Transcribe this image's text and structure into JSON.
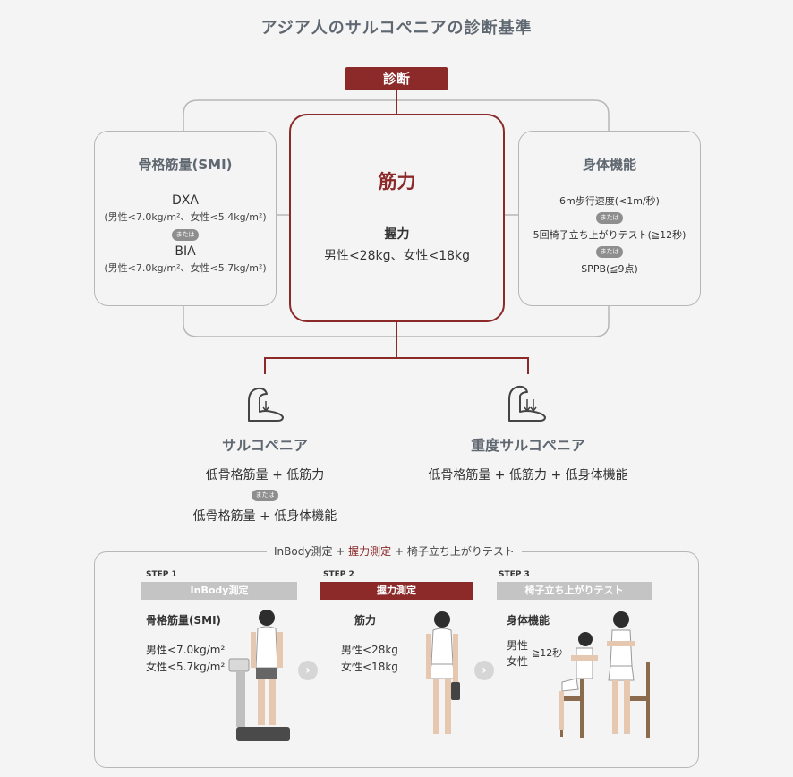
{
  "title": "アジア人のサルコペニアの診断基準",
  "diagnosis_label": "診断",
  "smi": {
    "heading": "骨格筋量(SMI)",
    "dxa_label": "DXA",
    "dxa_values": "(男性<7.0kg/m²、女性<5.4kg/m²)",
    "or_label": "または",
    "bia_label": "BIA",
    "bia_values": "(男性<7.0kg/m²、女性<5.7kg/m²)"
  },
  "strength": {
    "heading": "筋力",
    "grip_label": "握力",
    "grip_values": "男性<28kg、女性<18kg"
  },
  "physical": {
    "heading": "身体機能",
    "item1": "6m歩行速度(<1m/秒)",
    "or1": "または",
    "item2": "5回椅子立ち上がりテスト(≧12秒)",
    "or2": "または",
    "item3": "SPPB(≦9点)"
  },
  "sarcopenia": {
    "heading": "サルコペニア",
    "line1": "低骨格筋量 + 低筋力",
    "or_label": "または",
    "line2": "低骨格筋量 + 低身体機能"
  },
  "severe": {
    "heading": "重度サルコペニア",
    "line1": "低骨格筋量 + 低筋力 + 低身体機能"
  },
  "tests_header": {
    "part1": "InBody測定 + ",
    "part2": "握力測定",
    "part3": " + 椅子立ち上がりテスト"
  },
  "steps": [
    {
      "step": "STEP 1",
      "bar": "InBody測定",
      "heading": "骨格筋量(SMI)",
      "line1": "男性<7.0kg/m²",
      "line2": "女性<5.7kg/m²"
    },
    {
      "step": "STEP 2",
      "bar": "握力測定",
      "heading": "筋力",
      "line1": "男性<28kg",
      "line2": "女性<18kg"
    },
    {
      "step": "STEP 3",
      "bar": "椅子立ち上がりテスト",
      "heading": "身体機能",
      "line1": "男性",
      "line2": "女性",
      "threshold": "≧12秒"
    }
  ],
  "colors": {
    "accent": "#8c2a2a",
    "gray_bar": "#c4c4c4",
    "heading_gray": "#5f6770"
  },
  "icons": [
    "arm-muscle-icon",
    "arm-muscle-severe-icon",
    "chevron-right-icon"
  ]
}
